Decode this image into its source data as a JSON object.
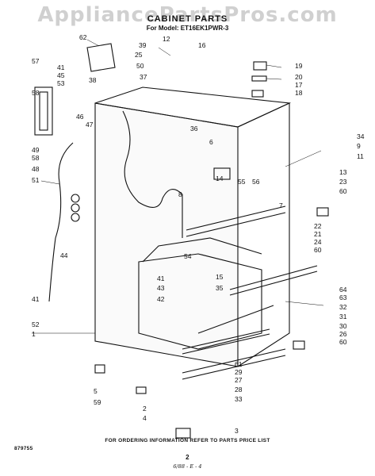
{
  "watermark": "AppliancePartsPros.com",
  "header": {
    "title": "CABINET PARTS",
    "model_line": "For Model: ET16EK1PWR-3"
  },
  "callouts": [
    "62",
    "39",
    "12",
    "16",
    "25",
    "50",
    "57",
    "41",
    "45",
    "38",
    "37",
    "53",
    "58",
    "46",
    "47",
    "49",
    "58",
    "48",
    "51",
    "44",
    "19",
    "20",
    "17",
    "18",
    "36",
    "34",
    "9",
    "11",
    "6",
    "14",
    "55",
    "56",
    "8",
    "13",
    "23",
    "60",
    "7",
    "22",
    "21",
    "24",
    "60",
    "54",
    "41",
    "43",
    "42",
    "15",
    "35",
    "64",
    "63",
    "32",
    "31",
    "30",
    "26",
    "60",
    "41",
    "52",
    "1",
    "61",
    "29",
    "27",
    "28",
    "5",
    "59",
    "33",
    "2",
    "4",
    "3"
  ],
  "footer": {
    "code": "879755",
    "instructions": "FOR ORDERING INFORMATION REFER TO PARTS PRICE LIST",
    "page": "2",
    "handwritten": "6/88 - E - 4"
  }
}
